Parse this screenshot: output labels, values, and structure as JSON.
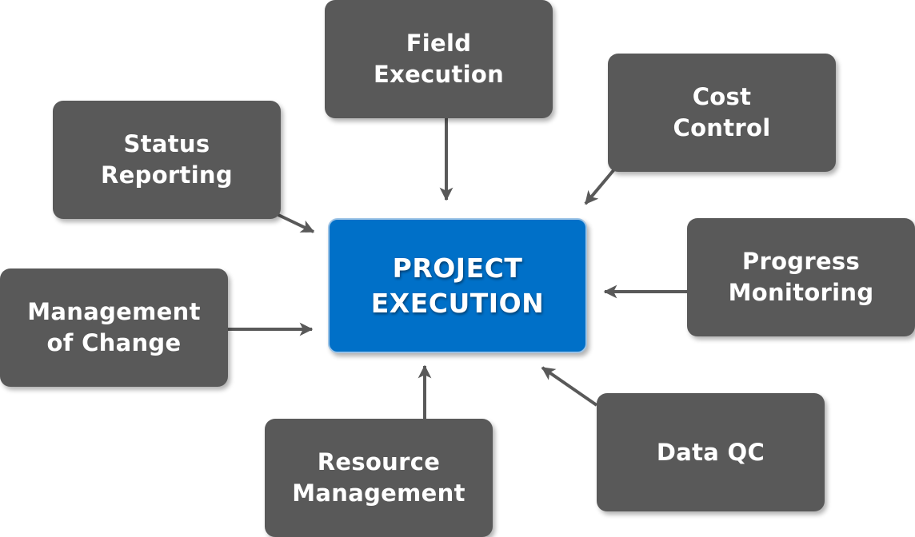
{
  "diagram": {
    "center": {
      "label": "PROJECT\nEXECUTION",
      "color": "#0070c8"
    },
    "nodes": [
      {
        "id": "field",
        "label": "Field\nExecution"
      },
      {
        "id": "cost",
        "label": "Cost\nControl"
      },
      {
        "id": "status",
        "label": "Status\nReporting"
      },
      {
        "id": "progress",
        "label": "Progress\nMonitoring"
      },
      {
        "id": "moc",
        "label": "Management\nof Change"
      },
      {
        "id": "data",
        "label": "Data QC"
      },
      {
        "id": "resource",
        "label": "Resource\nManagement"
      }
    ],
    "colors": {
      "node_fill": "#595959",
      "arrow": "#595959",
      "text": "#ffffff"
    }
  }
}
